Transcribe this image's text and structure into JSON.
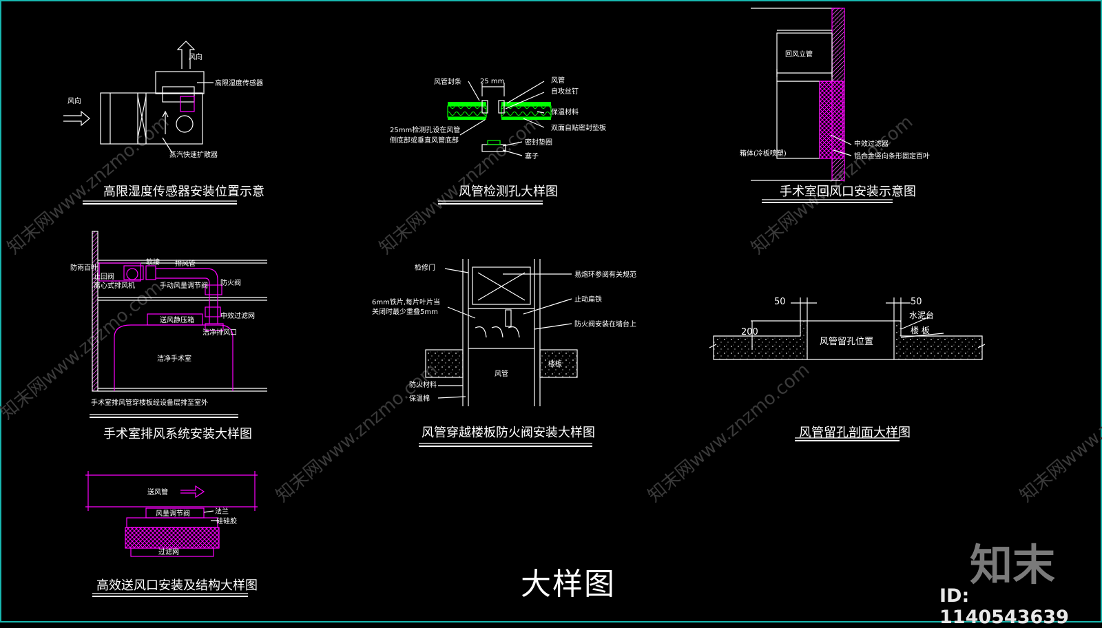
{
  "watermark": "知末网www.znzmo.com",
  "brand": "知末",
  "id_text": "ID: 1140543639",
  "main_title": "大样图",
  "colors": {
    "line_white": "#ffffff",
    "magenta": "#ff00ff",
    "green": "#00ff00",
    "cyan": "#18b8b0",
    "brown": "#8b4513"
  },
  "details": {
    "sensor": {
      "title": "高限湿度传感器安装位置示意",
      "labels": {
        "wind_up": "风向",
        "wind_left": "风向",
        "sensor": "高限湿度传感器",
        "diffuser": "蒸汽快速扩散器"
      }
    },
    "test_hole": {
      "title": "风管检测孔大样图",
      "labels": {
        "seal_strip": "风管封条",
        "dim": "25 mm",
        "duct": "风管",
        "screw": "自攻丝钉",
        "insulation": "保温材料",
        "adhesive": "双面自贴密封垫板",
        "hole_note_1": "25mm检测孔设在风管",
        "hole_note_2": "侧底部或垂直风管底部",
        "gasket": "密封垫圈",
        "plug": "塞子"
      }
    },
    "return_air": {
      "title": "手术室回风口安装示意图",
      "labels": {
        "riser": "回风立管",
        "box": "箱体(冷板喷塑)",
        "filter": "中效过滤器",
        "louver": "铝合金竖向条形固定百叶"
      }
    },
    "exhaust": {
      "title": "手术室排风系统安装大样图",
      "labels": {
        "rain_louver": "防雨百叶",
        "check_valve": "止回阀",
        "fan": "离心式排风机",
        "flexible": "软接",
        "exhaust_duct": "排风管",
        "manual_damper": "手动风量调节阀",
        "fire_damper": "防火阀",
        "medium_filter": "中效过滤网",
        "plenum": "送风静压箱",
        "clean_exhaust": "洁净排风口",
        "clean_room": "洁净手术室",
        "bottom_note": "手术室排风管穿楼板经设备层排至室外"
      }
    },
    "fire_damper": {
      "title": "风管穿越楼板防火阀安装大样图",
      "labels": {
        "access_door": "检修门",
        "fusible_link": "易熔环参阅有关规范",
        "blade_note_1": "6mm铁片,每片叶片当",
        "blade_note_2": "关闭时最少重叠5mm",
        "stop_plate": "止动扁铁",
        "damper_support": "防火阀安装在墙台上",
        "floor_slab": "楼板",
        "duct": "风管",
        "fireproof": "防火材料",
        "insulation": "保温棉"
      }
    },
    "opening": {
      "title": "风管留孔剖面大样图",
      "labels": {
        "dim_left": "50",
        "dim_right": "50",
        "dim_height": "200",
        "mortar": "水泥台",
        "slab": "楼 板",
        "opening": "风管留孔位置"
      }
    },
    "hepa": {
      "title": "高效送风口安装及结构大样图",
      "labels": {
        "supply_duct": "送风管",
        "damper": "风量调节阀",
        "flange": "法兰",
        "silicone": "硅硅胶",
        "filter_net": "过滤网"
      }
    }
  }
}
